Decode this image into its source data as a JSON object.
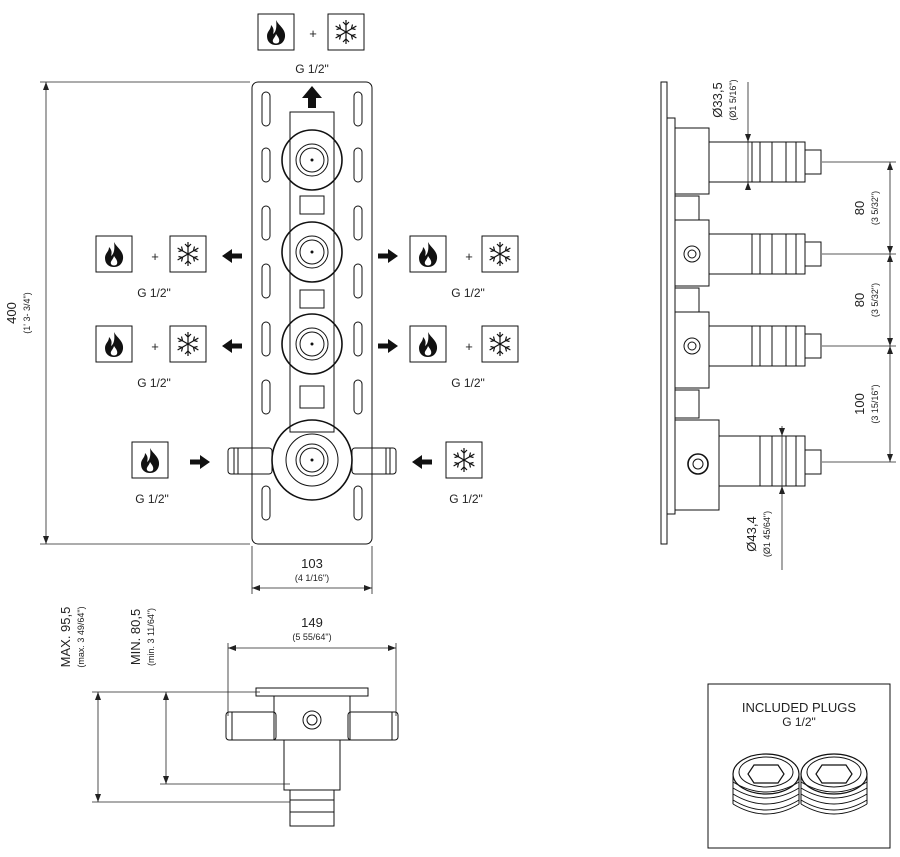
{
  "icons": {
    "heat": "flame-icon",
    "cold": "snowflake-icon",
    "plus": "+",
    "port_label": "G 1/2\""
  },
  "front_view": {
    "height_mm": "400",
    "height_in": "(1' 3- 3/4\")",
    "width_mm": "103",
    "width_in": "(4 1/16\")"
  },
  "bottom_view": {
    "width_mm": "149",
    "width_in": "(5 55/64\")",
    "max_depth": "MAX. 95,5",
    "max_depth_in": "(max. 3 49/64\")",
    "min_depth": "MIN. 80,5",
    "min_depth_in": "(min. 3 11/64\")"
  },
  "side_view": {
    "outlet_dia": "Ø33,5",
    "outlet_dia_in": "(Ø1 5/16\")",
    "pitch_1": "80",
    "pitch_1_in": "(3 5/32\")",
    "pitch_2": "80",
    "pitch_2_in": "(3 5/32\")",
    "pitch_3": "100",
    "pitch_3_in": "(3 15/16\")",
    "body_dia": "Ø43,4",
    "body_dia_in": "(Ø1 45/64\")"
  },
  "plugs_box": {
    "title": "INCLUDED PLUGS",
    "size": "G 1/2\""
  }
}
